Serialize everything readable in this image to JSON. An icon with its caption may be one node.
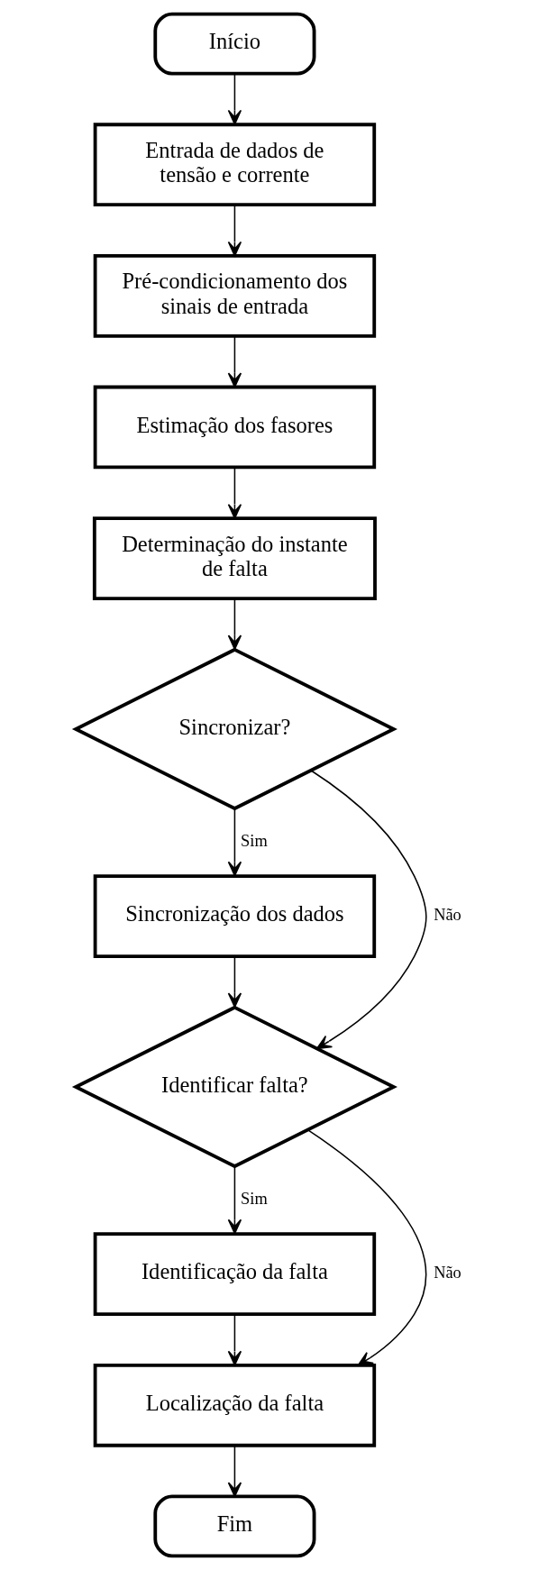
{
  "diagram": {
    "nodes": [
      {
        "text": [
          "Início"
        ]
      },
      {
        "text": [
          "Entrada de dados de tensão e corrente"
        ]
      },
      {
        "text": [
          "Pré-condicionamento dos sinais de entrada"
        ]
      },
      {
        "text": [
          "Estimação dos fasores"
        ]
      },
      {
        "text": [
          "Determinação do instante de falta"
        ]
      },
      {
        "text": [
          "Sincronizar?"
        ]
      },
      {
        "text": [
          "Sincronização dos dados"
        ]
      },
      {
        "text": [
          "Identificar falta?"
        ]
      },
      {
        "text": [
          "Identificação da falta"
        ]
      },
      {
        "text": [
          "Localização da falta"
        ]
      },
      {
        "text": [
          "Fim"
        ]
      }
    ],
    "edges": [
      {
        "from": 0,
        "to": 1,
        "arrow": "to"
      },
      {
        "from": 1,
        "to": 2,
        "arrow": "to"
      },
      {
        "from": 2,
        "to": 3,
        "arrow": "to"
      },
      {
        "from": 3,
        "to": 4,
        "arrow": "to"
      },
      {
        "from": 4,
        "to": 5,
        "arrow": "to"
      },
      {
        "from": 5,
        "to": 6,
        "arrow": "to",
        "label": "Sim"
      },
      {
        "from": 5,
        "to": 7,
        "arrow": "to",
        "label": "Não"
      },
      {
        "from": 6,
        "to": 7,
        "arrow": "to"
      },
      {
        "from": 7,
        "to": 8,
        "arrow": "to",
        "label": "Sim"
      },
      {
        "from": 7,
        "to": 9,
        "arrow": "to",
        "label": "Não"
      },
      {
        "from": 8,
        "to": 9,
        "arrow": "to"
      },
      {
        "from": 9,
        "to": 10,
        "arrow": "to"
      }
    ]
  }
}
